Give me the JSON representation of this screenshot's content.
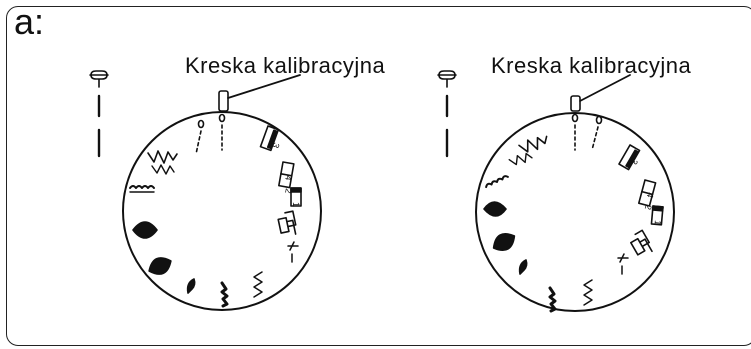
{
  "panel": {
    "label": "a:"
  },
  "left_dial": {
    "callout": "Kreska kalibracyjna"
  },
  "right_dial": {
    "callout": "Kreska kalibracyjna"
  },
  "dial_numbers": [
    "1",
    "2",
    "4",
    "3"
  ],
  "colors": {
    "line": "#111111",
    "background": "#ffffff"
  }
}
